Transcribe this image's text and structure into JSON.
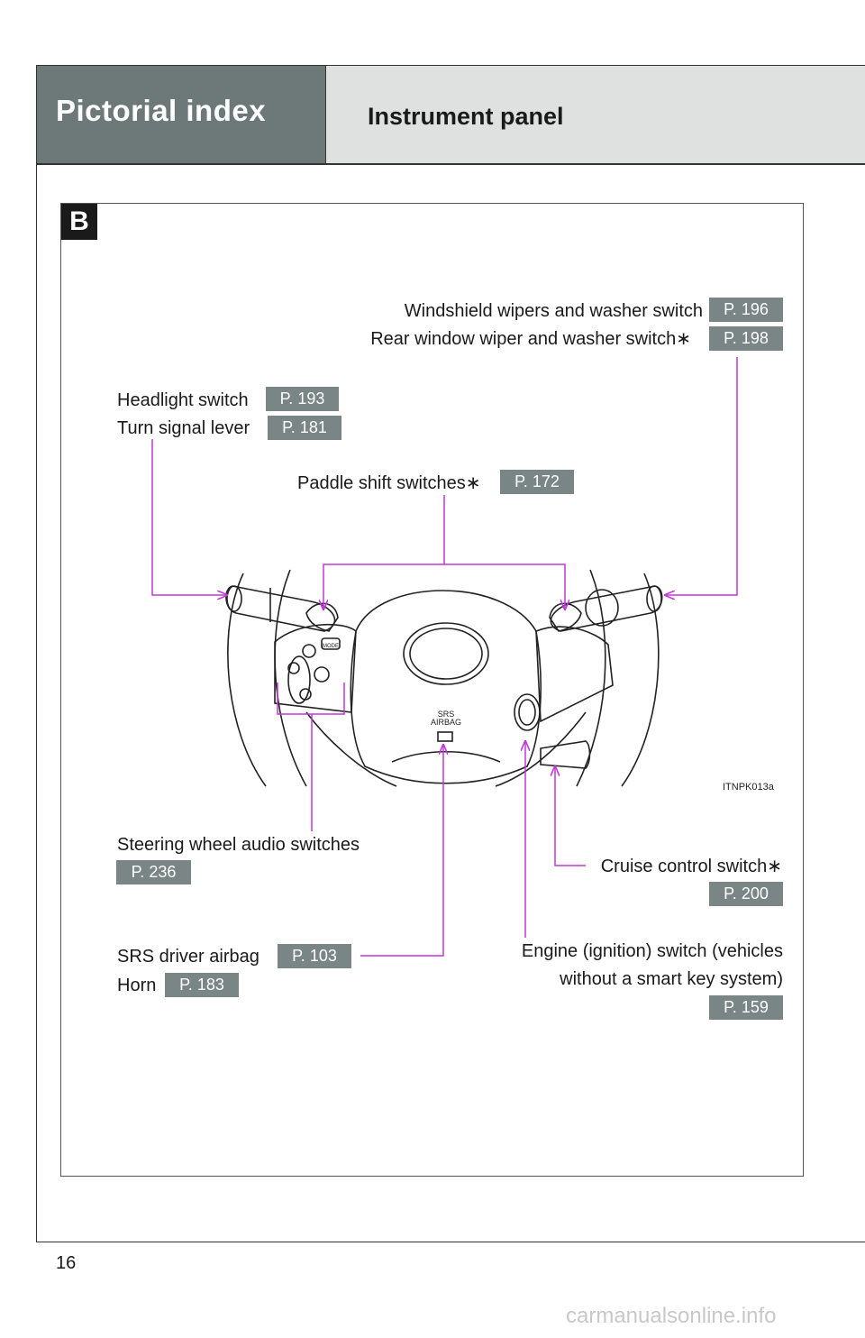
{
  "header": {
    "section": "Pictorial index",
    "subsection": "Instrument panel"
  },
  "panel_tag": "B",
  "callouts": {
    "wiper": {
      "label": "Windshield wipers and washer switch",
      "page": "P. 196"
    },
    "rear_wiper": {
      "label": "Rear window wiper and washer switch∗",
      "page": "P. 198"
    },
    "headlight": {
      "label": "Headlight switch",
      "page": "P. 193"
    },
    "turn_signal": {
      "label": "Turn signal lever",
      "page": "P. 181"
    },
    "paddle": {
      "label": "Paddle shift switches∗",
      "page": "P. 172"
    },
    "audio": {
      "label": "Steering wheel audio switches",
      "page": "P. 236"
    },
    "cruise": {
      "label": "Cruise control switch∗",
      "page": "P. 200"
    },
    "airbag": {
      "label": "SRS driver airbag",
      "page": "P. 103"
    },
    "horn": {
      "label": "Horn",
      "page": "P. 183"
    },
    "engine": {
      "line1": "Engine (ignition) switch (vehicles",
      "line2": "without a smart key system)",
      "page": "P. 159"
    }
  },
  "illustration": {
    "airbag_text_1": "SRS",
    "airbag_text_2": "AIRBAG",
    "mode_button": "MODE",
    "figure_id": "ITNPK013a"
  },
  "colors": {
    "leader_line": "#c238d9",
    "header_dark": "#6d7878",
    "header_light": "#dfe1e1",
    "page_badge": "#7a8585"
  },
  "page_number": "16",
  "watermark": "carmanualsonline.info"
}
